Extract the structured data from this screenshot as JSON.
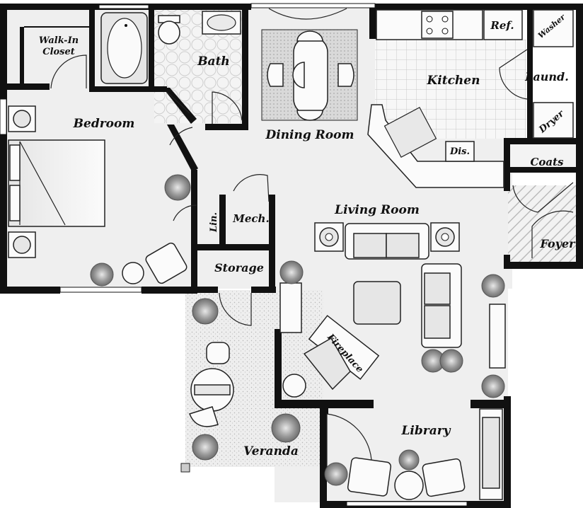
{
  "rooms": {
    "walk_in_closet_line1": "Walk-In",
    "walk_in_closet_line2": "Closet",
    "bath": "Bath",
    "kitchen": "Kitchen",
    "refrigerator": "Ref.",
    "washer": "Washer",
    "laundry": "Laund.",
    "dryer": "Dryer",
    "dishwasher": "Dis.",
    "coats": "Coats",
    "bedroom": "Bedroom",
    "dining_room": "Dining Room",
    "living_room": "Living Room",
    "linen": "Lin.",
    "mechanical": "Mech.",
    "storage": "Storage",
    "foyer": "Foyer",
    "fireplace": "Fireplace",
    "library": "Library",
    "veranda": "Veranda"
  },
  "colors": {
    "wall": "#111111",
    "floor": "#efefef",
    "kitchen_tile_line": "#c8c8c8",
    "veranda_stipple": "#d9d9d9",
    "foyer_hatch": "#bbbbbb"
  }
}
